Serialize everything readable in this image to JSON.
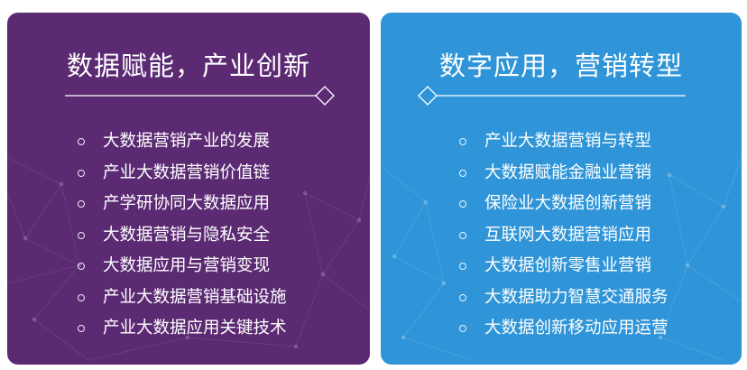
{
  "left_panel": {
    "title": "数据赋能，产业创新",
    "color": "#5b2a73",
    "items": [
      "大数据营销产业的发展",
      "产业大数据营销价值链",
      "产学研协同大数据应用",
      "大数据营销与隐私安全",
      "大数据应用与营销变现",
      "产业大数据营销基础设施",
      "产业大数据应用关键技术"
    ]
  },
  "right_panel": {
    "title": "数字应用，营销转型",
    "color": "#2f95d8",
    "items": [
      "产业大数据营销与转型",
      "大数据赋能金融业营销",
      "保险业大数据创新营销",
      "互联网大数据营销应用",
      "大数据创新零售业营销",
      "大数据助力智慧交通服务",
      "大数据创新移动应用运营"
    ]
  }
}
